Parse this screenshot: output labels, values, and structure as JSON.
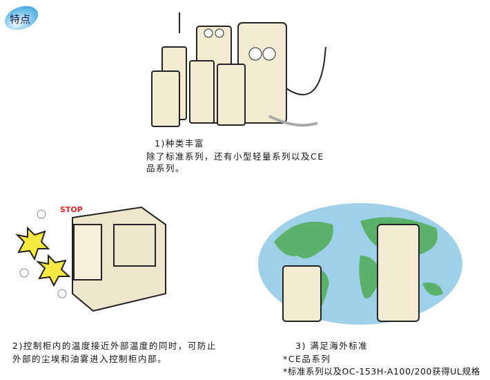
{
  "badge": {
    "label": "特点"
  },
  "feature1": {
    "title": "1)种类丰富",
    "line1": "除了标准系列，还有小型轻量系列以及CE",
    "line2": "品系列。"
  },
  "feature2": {
    "line1": "2)控制柜内的温度接近外部温度的同时，可防止",
    "line2": "外部的尘埃和油雾进入控制柜内部。",
    "stop_sign": "STOP"
  },
  "feature3": {
    "title": "3) 满足海外标准",
    "line1": "*CE品系列",
    "line2": "*标准系列以及OC-153H-A100/200获得UL规格"
  }
}
